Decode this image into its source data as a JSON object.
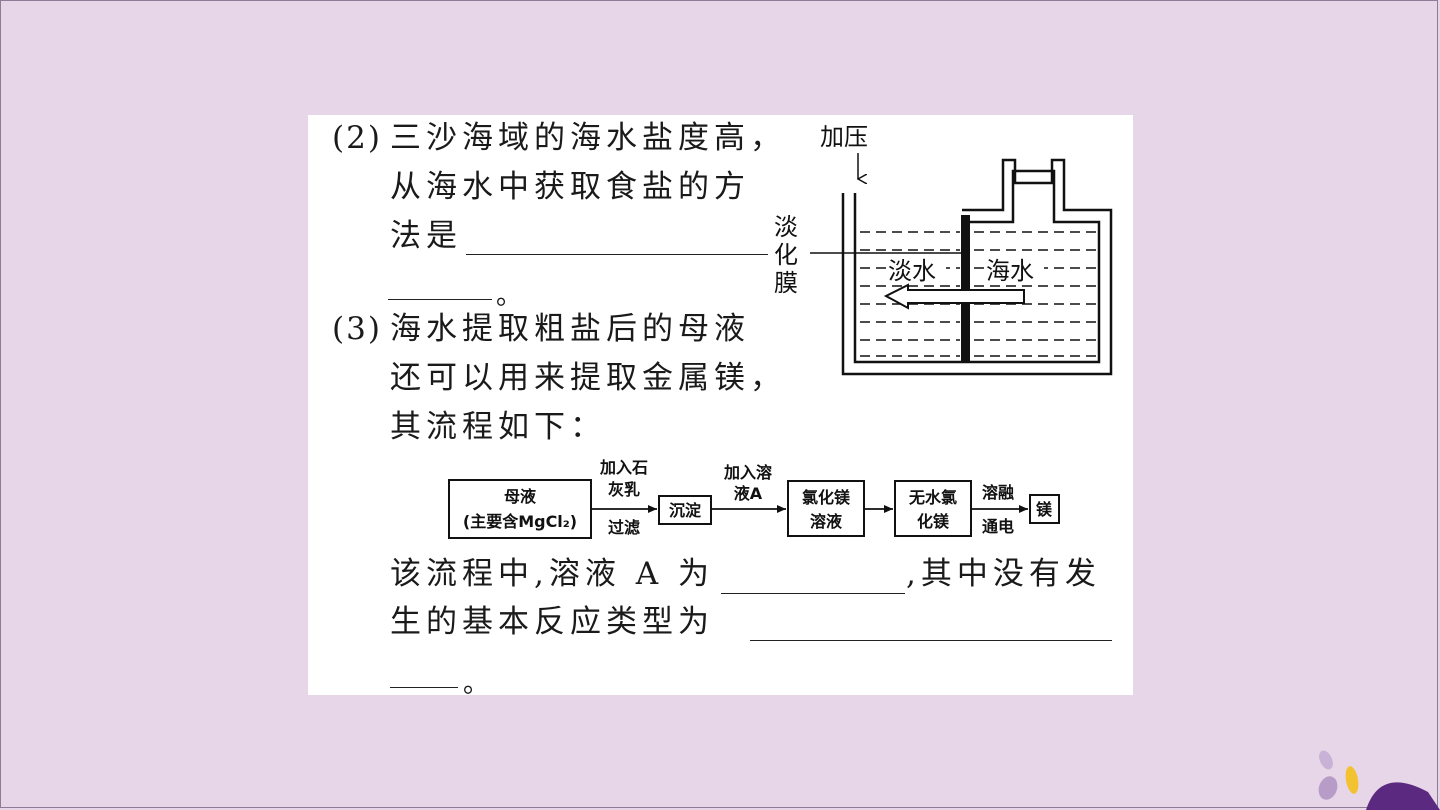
{
  "question2": {
    "number": "(2)",
    "line1": "三沙海域的海水盐度高，",
    "line2": "从海水中获取食盐的方",
    "line3": "法是",
    "end_mark": "。"
  },
  "question3": {
    "number": "(3)",
    "line1": "海水提取粗盐后的母液",
    "line2": "还可以用来提取金属镁，",
    "line3": "其流程如下：",
    "line4_part1": "该流程中,溶液 A 为",
    "line4_part2": ",其中没有发",
    "line5": "生的基本反应类型为",
    "end_mark": "。"
  },
  "membrane_diagram": {
    "pressure_label": "加压",
    "membrane_label_1": "淡",
    "membrane_label_2": "化",
    "membrane_label_3": "膜",
    "fresh_water_label": "淡水",
    "sea_water_label": "海水"
  },
  "flowchart": {
    "box1_line1": "母液",
    "box1_line2": "(主要含MgCl₂)",
    "arrow1_top1": "加入石",
    "arrow1_top2": "灰乳",
    "arrow1_bottom": "过滤",
    "box2": "沉淀",
    "arrow2_top1": "加入溶",
    "arrow2_top2": "液A",
    "box3_line1": "氯化镁",
    "box3_line2": "溶液",
    "box4_line1": "无水氯",
    "box4_line2": "化镁",
    "arrow4_top": "溶融",
    "arrow4_bottom": "通电",
    "box5": "镁"
  }
}
